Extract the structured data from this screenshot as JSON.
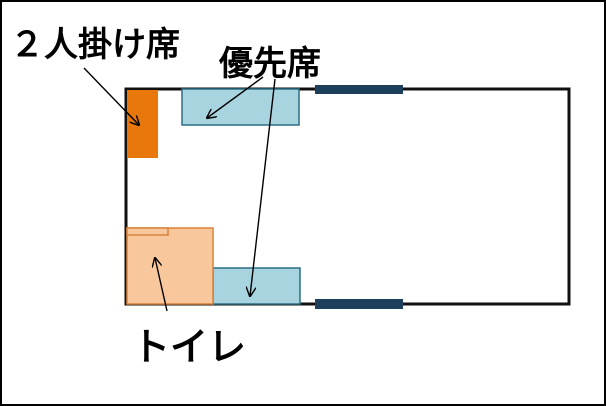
{
  "labels": {
    "two_seater": "２人掛け席",
    "priority_seat": "優先席",
    "toilet": "トイレ"
  },
  "colors": {
    "background": "#ffffff",
    "frame": "#000000",
    "outline": "#111111",
    "two_seater_fill": "#e8780c",
    "priority_seat_fill": "#a8d4e0",
    "toilet_fill": "#f8c89c",
    "door_fill": "#1e3f5c"
  }
}
